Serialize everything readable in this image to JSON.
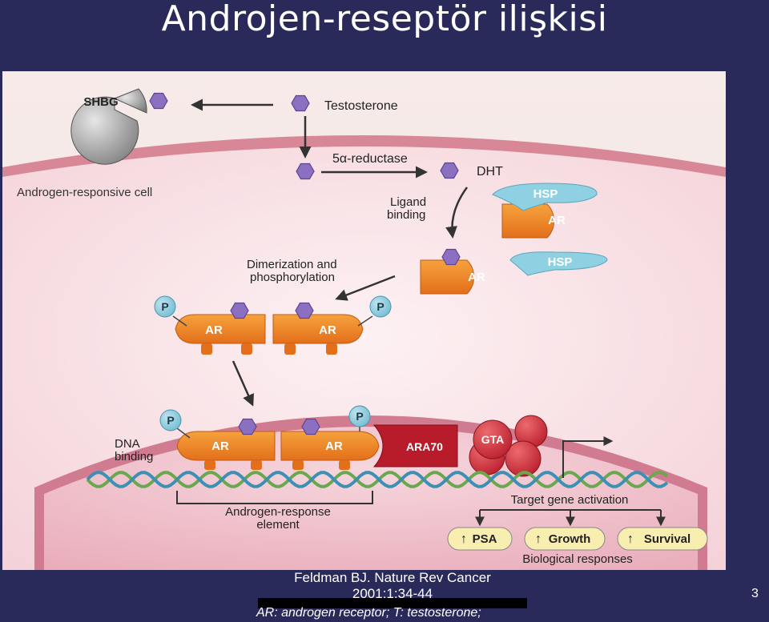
{
  "slide": {
    "title": "Androjen-reseptör ilişkisi",
    "page_number": "3",
    "citation_line1": "Feldman BJ. Nature Rev Cancer",
    "citation_line2": "2001;1:34-44",
    "footer": "AR: androgen receptor; T: testosterone;"
  },
  "diagram": {
    "shbg": "SHBG",
    "testosterone": "Testosterone",
    "five_alpha": "5α-reductase",
    "dht": "DHT",
    "cell_label": "Androgen-responsive cell",
    "ligand_line1": "Ligand",
    "ligand_line2": "binding",
    "hsp": "HSP",
    "ar": "AR",
    "dimer_line1": "Dimerization and",
    "dimer_line2": "phosphorylation",
    "p": "P",
    "dna_line1": "DNA",
    "dna_line2": "binding",
    "ara70": "ARA70",
    "gta": "GTA",
    "are_line1": "Androgen-response",
    "are_line2": "element",
    "target": "Target gene activation",
    "psa": "PSA",
    "growth": "Growth",
    "survival": "Survival",
    "bio": "Biological responses"
  }
}
